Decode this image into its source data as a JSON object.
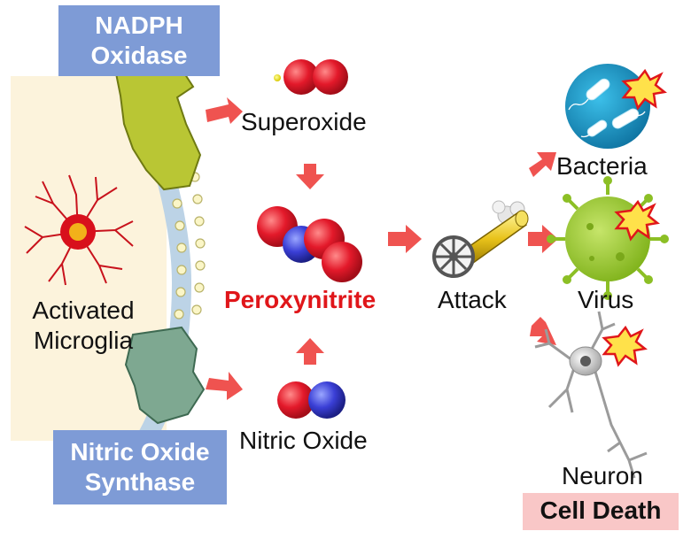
{
  "enzymes": {
    "nadph_oxidase": {
      "line1": "NADPH",
      "line2": "Oxidase"
    },
    "nos": {
      "line1": "Nitric Oxide",
      "line2": "Synthase"
    }
  },
  "cell": {
    "line1": "Activated",
    "line2": "Microglia"
  },
  "molecules": {
    "superoxide": "Superoxide",
    "nitric_oxide": "Nitric Oxide",
    "peroxynitrite": "Peroxynitrite"
  },
  "attack": "Attack",
  "targets": {
    "bacteria": "Bacteria",
    "virus": "Virus",
    "neuron": "Neuron"
  },
  "outcome": "Cell Death",
  "colors": {
    "accent_red": "#e0161a",
    "arrow": "#ef5350",
    "enzyme_box": "#7e9bd6",
    "cell_death_bg": "#f9c7c7",
    "cell_bg": "#fcf3dc"
  }
}
